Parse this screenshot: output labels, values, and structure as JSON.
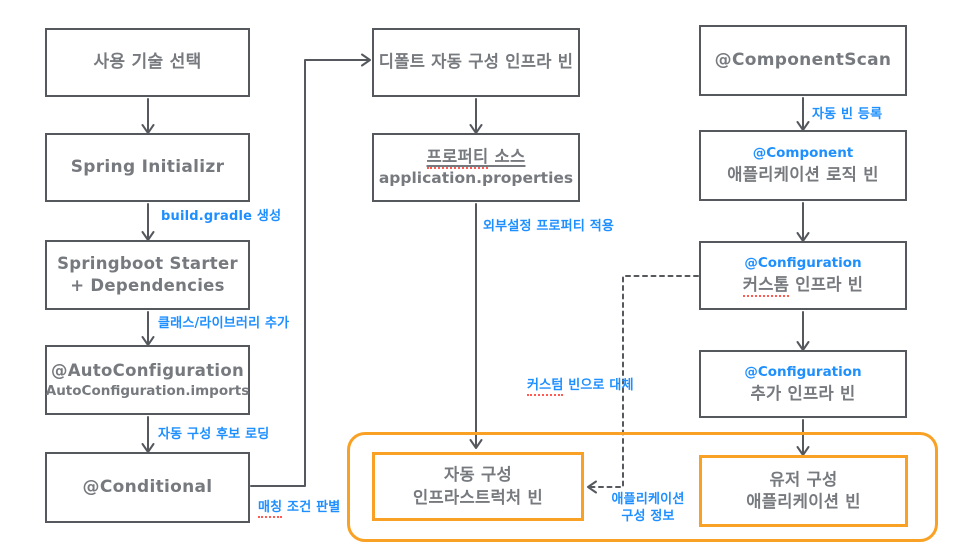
{
  "colors": {
    "line": "#55585d",
    "text": "#76797e",
    "blue": "#1e8fff",
    "orange": "#f9a125",
    "red": "#ff5b52"
  },
  "nodes": {
    "select_tech": {
      "title": "사용 기술 선택"
    },
    "spring_initializr": {
      "title": "Spring Initializr"
    },
    "starter": {
      "line1": "Springboot Starter",
      "line2": "+ Dependencies"
    },
    "auto_configuration": {
      "line1": "@AutoConfiguration",
      "line2": "AutoConfiguration.imports"
    },
    "conditional": {
      "title": "@Conditional"
    },
    "default_infra": {
      "title": "디폴트 자동 구성 인프라 빈"
    },
    "property_source": {
      "line1_a": "프로퍼티",
      "line1_b": " 소스",
      "line2": "application.properties"
    },
    "auto_config_bean": {
      "line1": "자동 구성",
      "line2": "인프라스트럭처 빈"
    },
    "component_scan": {
      "title": "@ComponentScan"
    },
    "app_logic_bean": {
      "annotation": "@Component",
      "title": "애플리케이션 로직 빈"
    },
    "custom_infra_bean": {
      "annotation": "@Configuration",
      "title_a": "커스톰",
      "title_b": " 인프라 빈"
    },
    "extra_infra_bean": {
      "annotation": "@Configuration",
      "title": "추가 인프라 빈"
    },
    "user_config_bean": {
      "line1": "유저 구성",
      "line2": "애플리케이션 빈"
    }
  },
  "edge_labels": {
    "build_gradle": "build.gradle 생성",
    "class_library": "클래스/라이브러리 추가",
    "auto_config_loading": "자동 구성 후보 로딩",
    "matching_a": "매칭",
    "matching_b": " 조건 판별",
    "external_properties": "외부설정 프로퍼티 적용",
    "custom_replace_a": "커스텀",
    "custom_replace_b": " 빈으로 대체",
    "auto_bean_register": "자동 빈 등록",
    "app_config_info_line1": "애플리케이션",
    "app_config_info_line2": "구성 정보"
  }
}
